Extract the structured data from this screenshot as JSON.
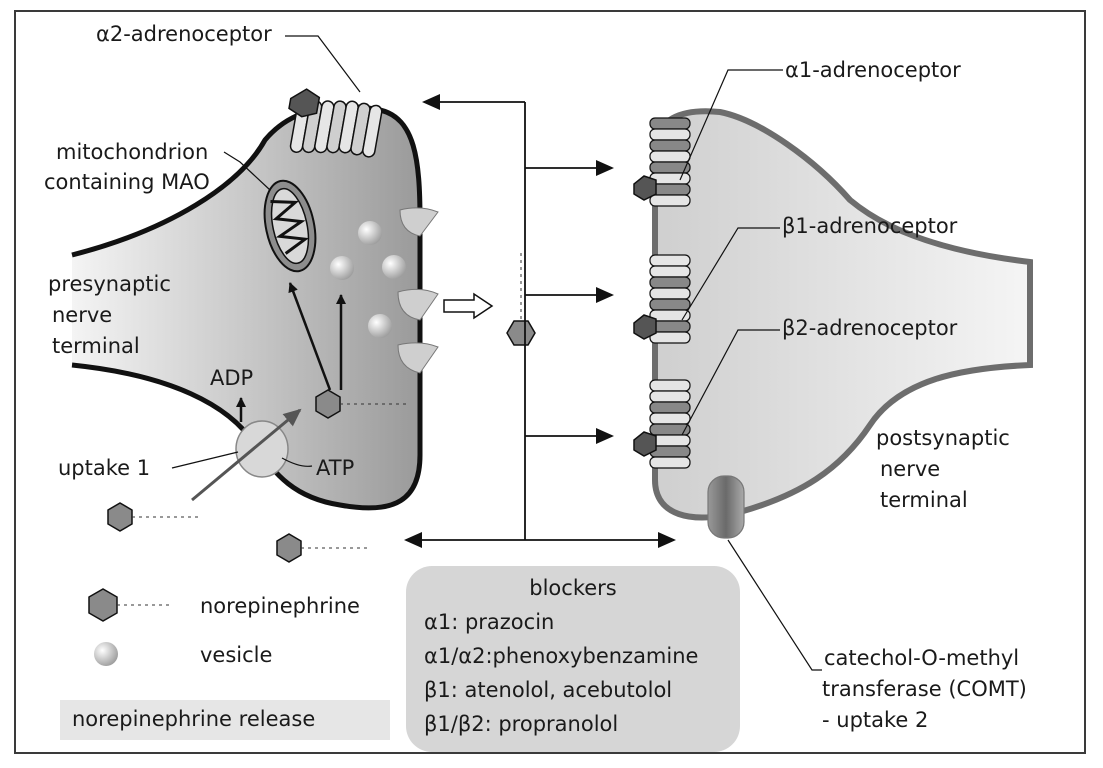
{
  "labels": {
    "alpha2": "α2-adrenoceptor",
    "mito_line1": "mitochondrion",
    "mito_line2": "containing MAO",
    "presyn_line1": "presynaptic",
    "presyn_line2": "nerve",
    "presyn_line3": "terminal",
    "adp": "ADP",
    "atp": "ATP",
    "uptake1": "uptake 1",
    "alpha1": "α1-adrenoceptor",
    "beta1": "β1-adrenoceptor",
    "beta2": "β2-adrenoceptor",
    "postsyn_line1": "postsynaptic",
    "postsyn_line2": "nerve",
    "postsyn_line3": "terminal",
    "comt_line1": "catechol-O-methyl",
    "comt_line2": "transferase (COMT)",
    "comt_line3": "- uptake 2"
  },
  "legend": {
    "norepinephrine": "norepinephrine",
    "vesicle": "vesicle",
    "release": "norepinephrine release"
  },
  "blockers": {
    "title": "blockers",
    "lines": [
      "α1: prazocin",
      "α1/α2:phenoxybenzamine",
      "β1: atenolol, acebutolol",
      "β1/β2: propranolol"
    ]
  }
}
